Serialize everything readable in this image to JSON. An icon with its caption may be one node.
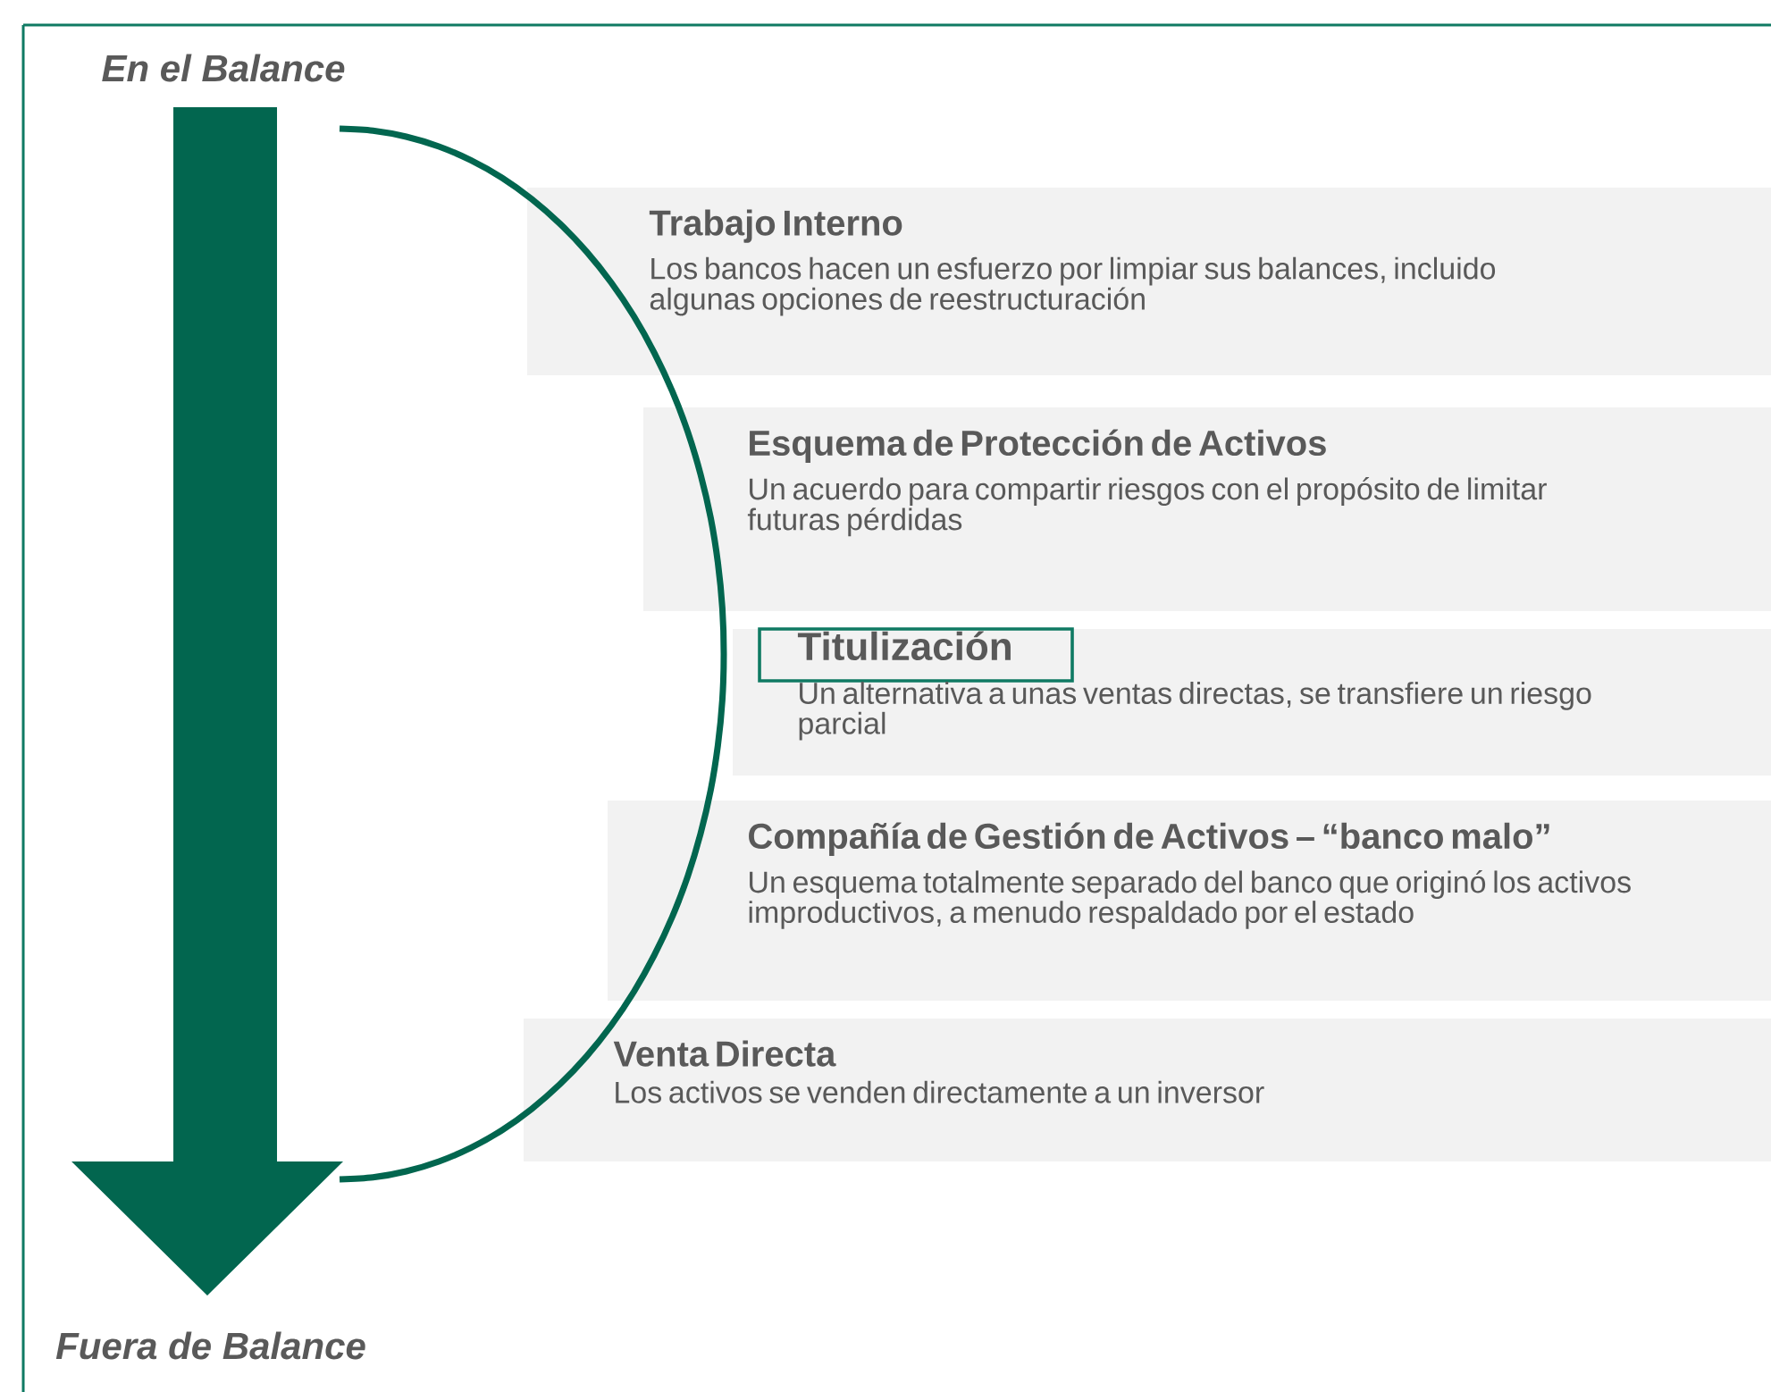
{
  "diagram": {
    "nodes": [
      {
        "text": [
          "Trabajo Interno",
          "Los bancos hacen un esfuerzo por limpiar sus balances, incluido algunas opciones de reestructuración"
        ]
      },
      {
        "text": [
          "Esquema de Protección de Activos",
          "Un acuerdo para compartir riesgos con el propósito de limitar futuras pérdidas"
        ]
      },
      {
        "text": [
          "Titulización",
          "Un alternativa a unas ventas directas, se transfiere un riesgo parcial"
        ]
      },
      {
        "text": [
          "Compañía de Gestión de Activos – “banco malo”",
          "Un esquema totalmente separado del banco que originó los activos improductivos, a menudo respaldado por el estado"
        ]
      },
      {
        "text": [
          "Venta Directa",
          "Los activos se venden directamente a un inversor"
        ]
      }
    ],
    "labels": [
      "En el Balance",
      "Fuera de Balance"
    ]
  }
}
